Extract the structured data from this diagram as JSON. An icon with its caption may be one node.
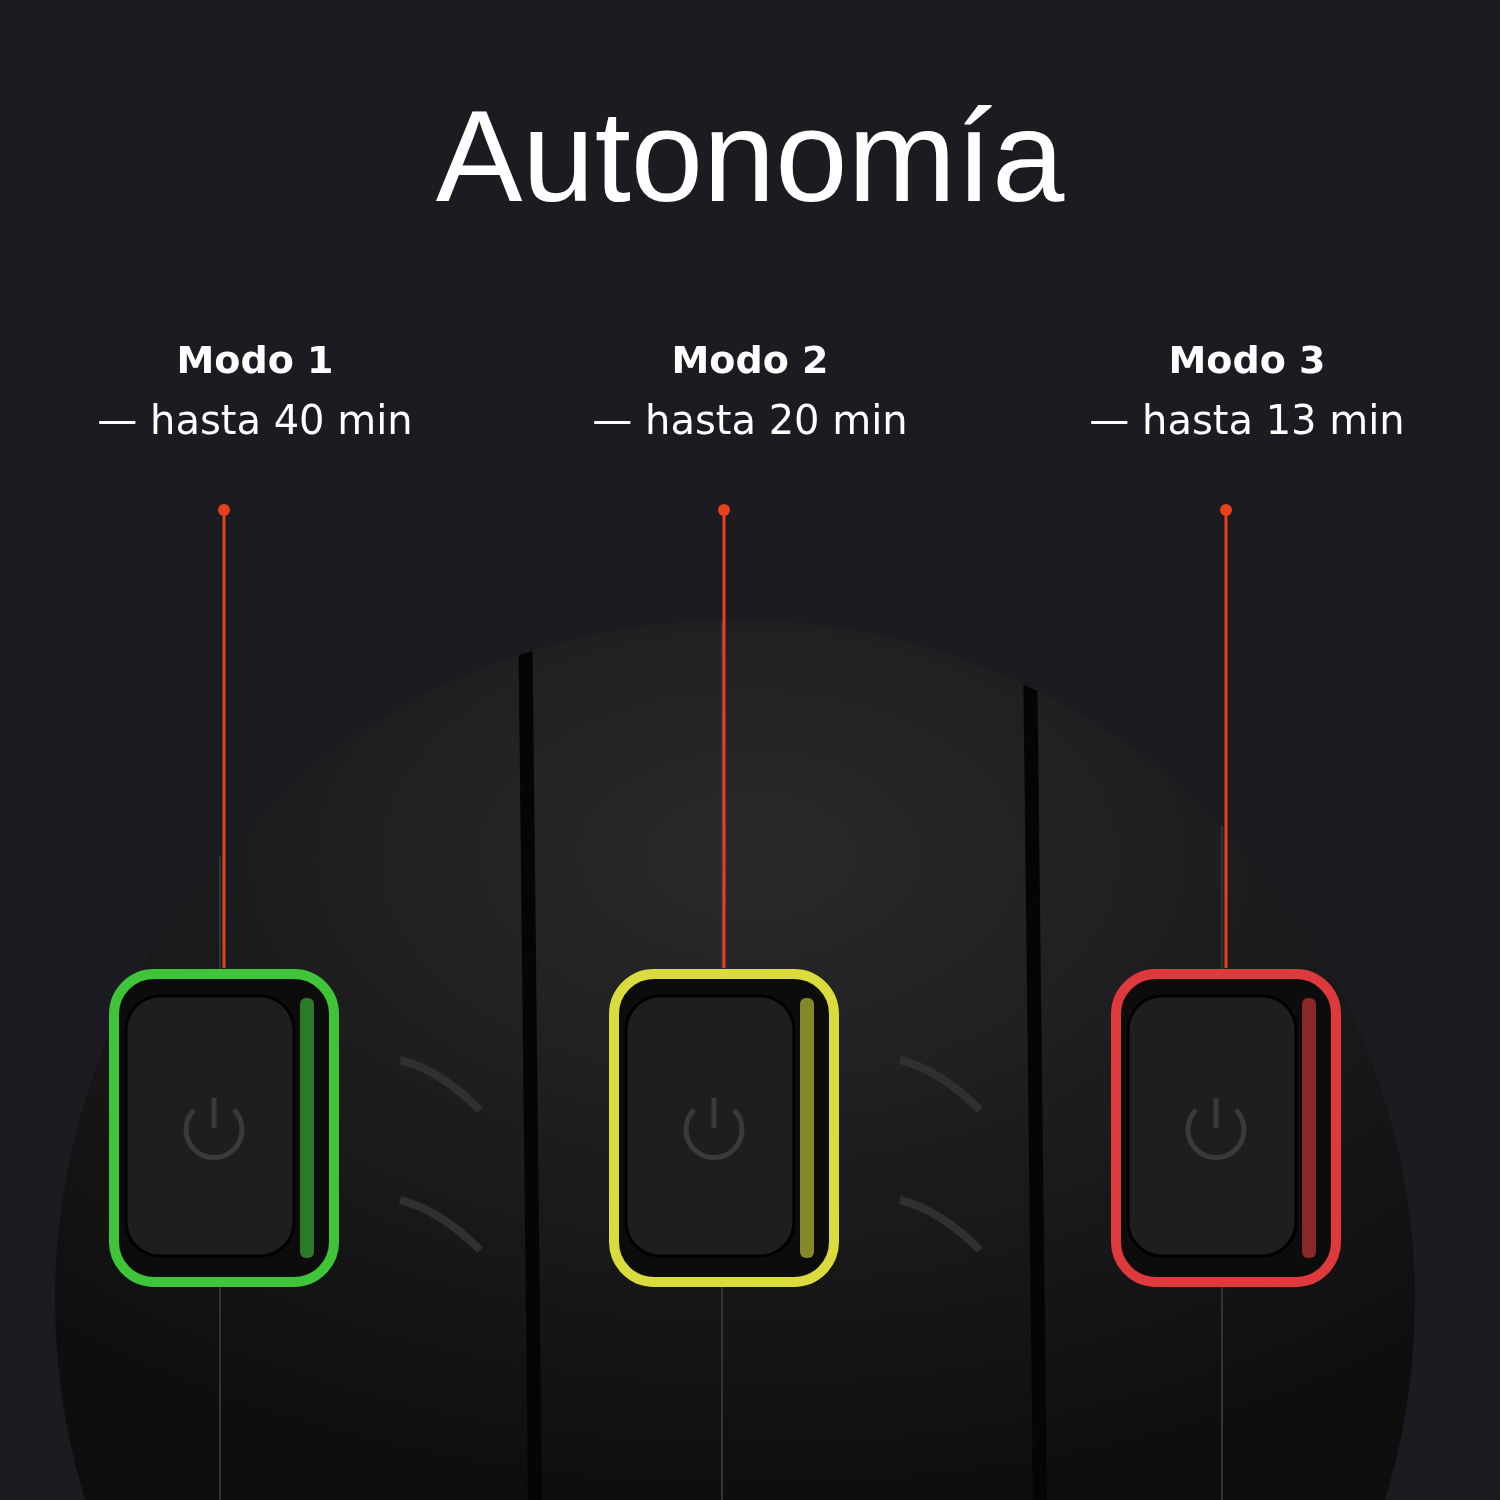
{
  "diagram": {
    "title": "Autonomía",
    "nodes": [
      {
        "text": [
          "Modo 1",
          "— hasta 40 min"
        ]
      },
      {
        "text": [
          "Modo 2",
          "— hasta 20 min"
        ]
      },
      {
        "text": [
          "Modo 3",
          "— hasta 13 min"
        ]
      },
      {
        "text": [],
        "shape": "picture"
      },
      {
        "text": [],
        "shape": "picture"
      },
      {
        "text": [],
        "shape": "picture"
      }
    ],
    "edges": [
      {
        "from": 0,
        "to": 3,
        "arrow": "other"
      },
      {
        "from": 1,
        "to": 4,
        "arrow": "other"
      },
      {
        "from": 2,
        "to": 5,
        "arrow": "other"
      }
    ]
  }
}
